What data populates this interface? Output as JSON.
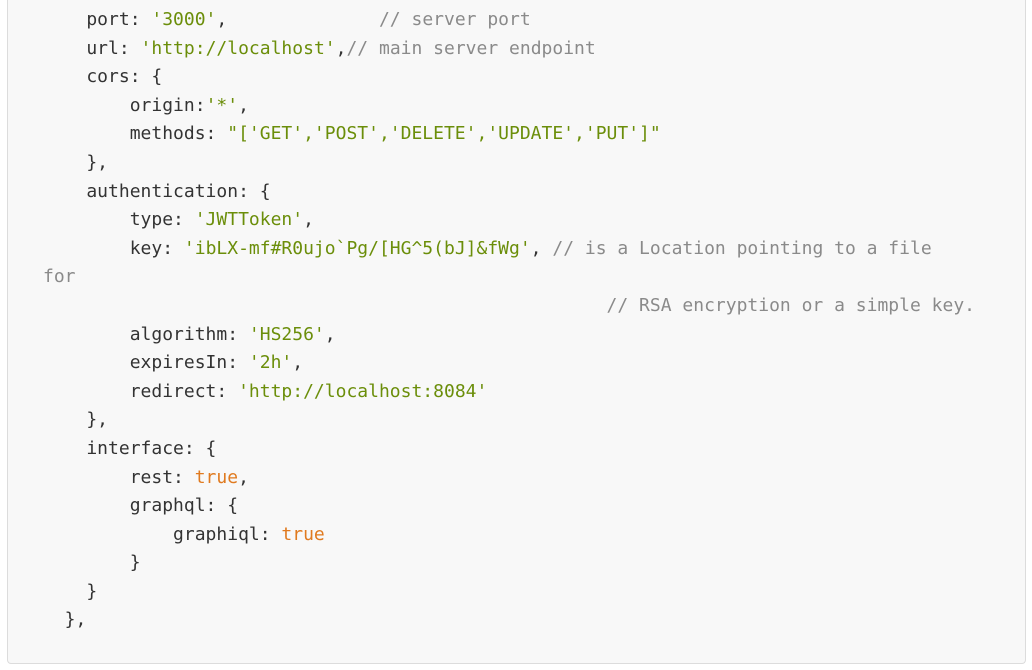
{
  "colors": {
    "background": "#f8f8f8",
    "border": "#dcdcdc",
    "text": "#333333",
    "string": "#6b8e0a",
    "comment": "#8a8a8a",
    "keyword": "#e07a1f"
  },
  "code_lines": [
    [
      {
        "t": "p",
        "v": "    port: "
      },
      {
        "t": "s",
        "v": "'3000'"
      },
      {
        "t": "p",
        "v": ",              "
      },
      {
        "t": "c",
        "v": "// server port"
      }
    ],
    [
      {
        "t": "p",
        "v": "    url: "
      },
      {
        "t": "s",
        "v": "'http://localhost'"
      },
      {
        "t": "p",
        "v": ","
      },
      {
        "t": "c",
        "v": "// main server endpoint"
      }
    ],
    [
      {
        "t": "p",
        "v": "    cors: {"
      }
    ],
    [
      {
        "t": "p",
        "v": "        origin:"
      },
      {
        "t": "s",
        "v": "'*'"
      },
      {
        "t": "p",
        "v": ","
      }
    ],
    [
      {
        "t": "p",
        "v": "        methods: "
      },
      {
        "t": "s",
        "v": "\"['GET','POST','DELETE','UPDATE','PUT']\""
      }
    ],
    [
      {
        "t": "p",
        "v": "    },"
      }
    ],
    [
      {
        "t": "p",
        "v": "    authentication: {"
      }
    ],
    [
      {
        "t": "p",
        "v": "        type: "
      },
      {
        "t": "s",
        "v": "'JWTToken'"
      },
      {
        "t": "p",
        "v": ","
      }
    ],
    [
      {
        "t": "p",
        "v": "        key: "
      },
      {
        "t": "s",
        "v": "'ibLX-mf#R0ujo`Pg/[HG^5(bJ]&fWg'"
      },
      {
        "t": "p",
        "v": ", "
      },
      {
        "t": "c",
        "v": "// is a Location pointing to a file"
      }
    ],
    [
      {
        "t": "c",
        "v": "for"
      }
    ],
    [
      {
        "t": "p",
        "v": "                                                    "
      },
      {
        "t": "c",
        "v": "// RSA encryption or a simple key."
      }
    ],
    [
      {
        "t": "p",
        "v": "        algorithm: "
      },
      {
        "t": "s",
        "v": "'HS256'"
      },
      {
        "t": "p",
        "v": ","
      }
    ],
    [
      {
        "t": "p",
        "v": "        expiresIn: "
      },
      {
        "t": "s",
        "v": "'2h'"
      },
      {
        "t": "p",
        "v": ","
      }
    ],
    [
      {
        "t": "p",
        "v": "        redirect: "
      },
      {
        "t": "s",
        "v": "'http://localhost:8084'"
      }
    ],
    [
      {
        "t": "p",
        "v": "    },"
      }
    ],
    [
      {
        "t": "p",
        "v": "    interface: {"
      }
    ],
    [
      {
        "t": "p",
        "v": "        rest: "
      },
      {
        "t": "k",
        "v": "true"
      },
      {
        "t": "p",
        "v": ","
      }
    ],
    [
      {
        "t": "p",
        "v": "        graphql: {"
      }
    ],
    [
      {
        "t": "p",
        "v": "            graphiql: "
      },
      {
        "t": "k",
        "v": "true"
      }
    ],
    [
      {
        "t": "p",
        "v": "        }"
      }
    ],
    [
      {
        "t": "p",
        "v": "    }"
      }
    ],
    [
      {
        "t": "p",
        "v": "  },"
      }
    ]
  ]
}
